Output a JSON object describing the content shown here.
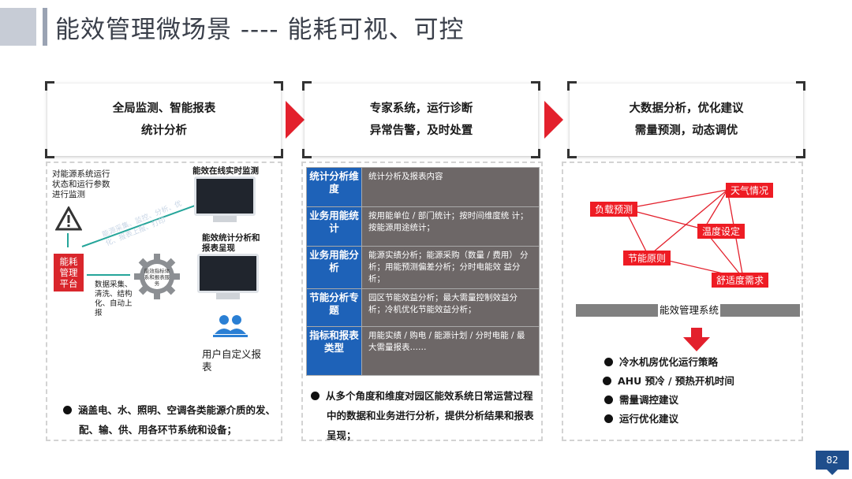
{
  "title": "能效管理微场景 ---- 能耗可视、可控",
  "page_number": "82",
  "col1": {
    "header_line1": "全局监测、智能报表",
    "header_line2": "统计分析",
    "monitor_text": "对能源系统运行状态和运行参数进行监测",
    "online_monitor_label": "能效在线实时监测",
    "stats_label": "能效统计分析和报表呈现",
    "platform_label": "能耗管理平台",
    "gear_label": "能效指标体系和报表服务",
    "collect_text": "数据采集、清洗、结构化、自动上报",
    "watermark": "能源采集、监控、分析、优化、报表上报、打印",
    "user_label": "用户自定义报表",
    "bullet": "涵盖电、水、照明、空调各类能源介质的发、配、输、供、用各环节系统和设备；"
  },
  "col2": {
    "header_line1": "专家系统，运行诊断",
    "header_line2": "异常告警，及时处置",
    "rows": [
      {
        "key": "统计分析维度",
        "value": "统计分析及报表内容"
      },
      {
        "key": "业务用能统计",
        "value": "按用能单位 / 部门统计；按时间维度统 计；按能源用途统计；"
      },
      {
        "key": "业务用能分析",
        "value": "能源实绩分析；能源采购（数量 / 费用） 分析；用能预测偏差分析；分时电能效 益分析；"
      },
      {
        "key": "节能分析专题",
        "value": "园区节能效益分析；最大需量控制效益分析；冷机优化节能效益分析；"
      },
      {
        "key": "指标和报表类型",
        "value": "用能实绩 / 购电 / 能源计划 / 分时电能 / 最 大需量报表……"
      }
    ],
    "bullet": "从多个角度和维度对园区能效系统日常运营过程中的数据和业务进行分析，提供分析结果和报表呈现；"
  },
  "col3": {
    "header_line1": "大数据分析，优化建议",
    "header_line2": "需量预测，动态调优",
    "nodes": {
      "weather": "天气情况",
      "load": "负载预测",
      "temp": "温度设定",
      "principle": "节能原则",
      "comfort": "舒适度需求"
    },
    "system_label": "能效管理系统",
    "bullets": [
      "冷水机房优化运行策略",
      "AHU 预冷 / 预热开机时间",
      "需量调控建议",
      "运行优化建议"
    ]
  },
  "colors": {
    "accent_red": "#e3202c",
    "blue": "#1e62b8",
    "gray_cell": "#6d6767",
    "page_badge": "#1f4e8c"
  },
  "icons": [
    "warning-icon",
    "gear-icon",
    "monitor-icon",
    "users-icon",
    "down-arrow-icon",
    "right-arrow-icon"
  ]
}
